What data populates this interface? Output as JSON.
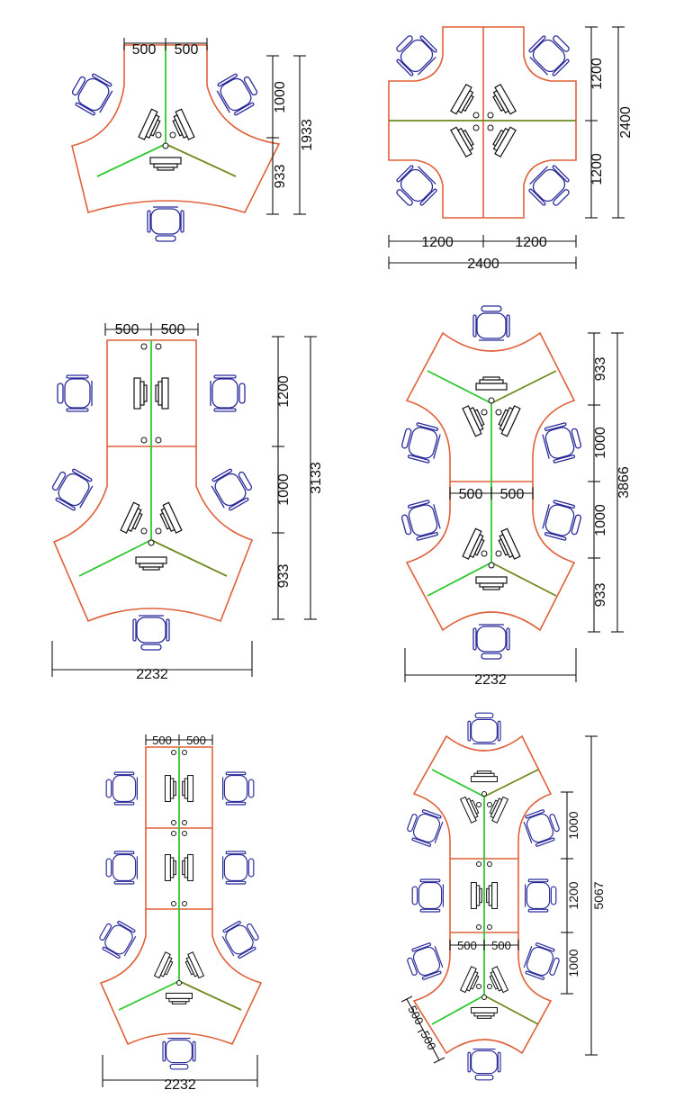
{
  "colors": {
    "desk_outline": "#e0603a",
    "divider_green": "#2ec82e",
    "divider_olive": "#6f8a1e",
    "chair": "#2a2a9a",
    "dimension": "#111111"
  },
  "icons": {
    "chair": "office-chair-icon",
    "monitor": "monitor-icon",
    "cable_hole": "cable-hole-icon"
  },
  "layouts": [
    {
      "name": "3-seat",
      "dims": {
        "w1": "500",
        "w2": "500",
        "h1": "1000",
        "h2": "933",
        "total": "1933"
      }
    },
    {
      "name": "4-seat",
      "dims": {
        "v1": "1200",
        "v2": "1200",
        "vt": "2400",
        "h1": "1200",
        "h2": "1200",
        "ht": "2400"
      }
    },
    {
      "name": "5-seat",
      "dims": {
        "w1": "500",
        "w2": "500",
        "v1": "1200",
        "v2": "1000",
        "v3": "933",
        "vt": "3133",
        "ht": "2232"
      }
    },
    {
      "name": "6-seat",
      "dims": {
        "v1": "933",
        "v2": "1000",
        "v3": "1000",
        "v4": "933",
        "vt": "3866",
        "w1": "500",
        "w2": "500",
        "ht": "2232"
      }
    },
    {
      "name": "7-seat",
      "dims": {
        "w1": "500",
        "w2": "500",
        "ht": "2232"
      }
    },
    {
      "name": "8-seat",
      "dims": {
        "v1": "1000",
        "v2": "1200",
        "v3": "1000",
        "vt": "5067",
        "w1": "500",
        "w2": "500",
        "d1": "500",
        "d2": "500"
      }
    }
  ]
}
